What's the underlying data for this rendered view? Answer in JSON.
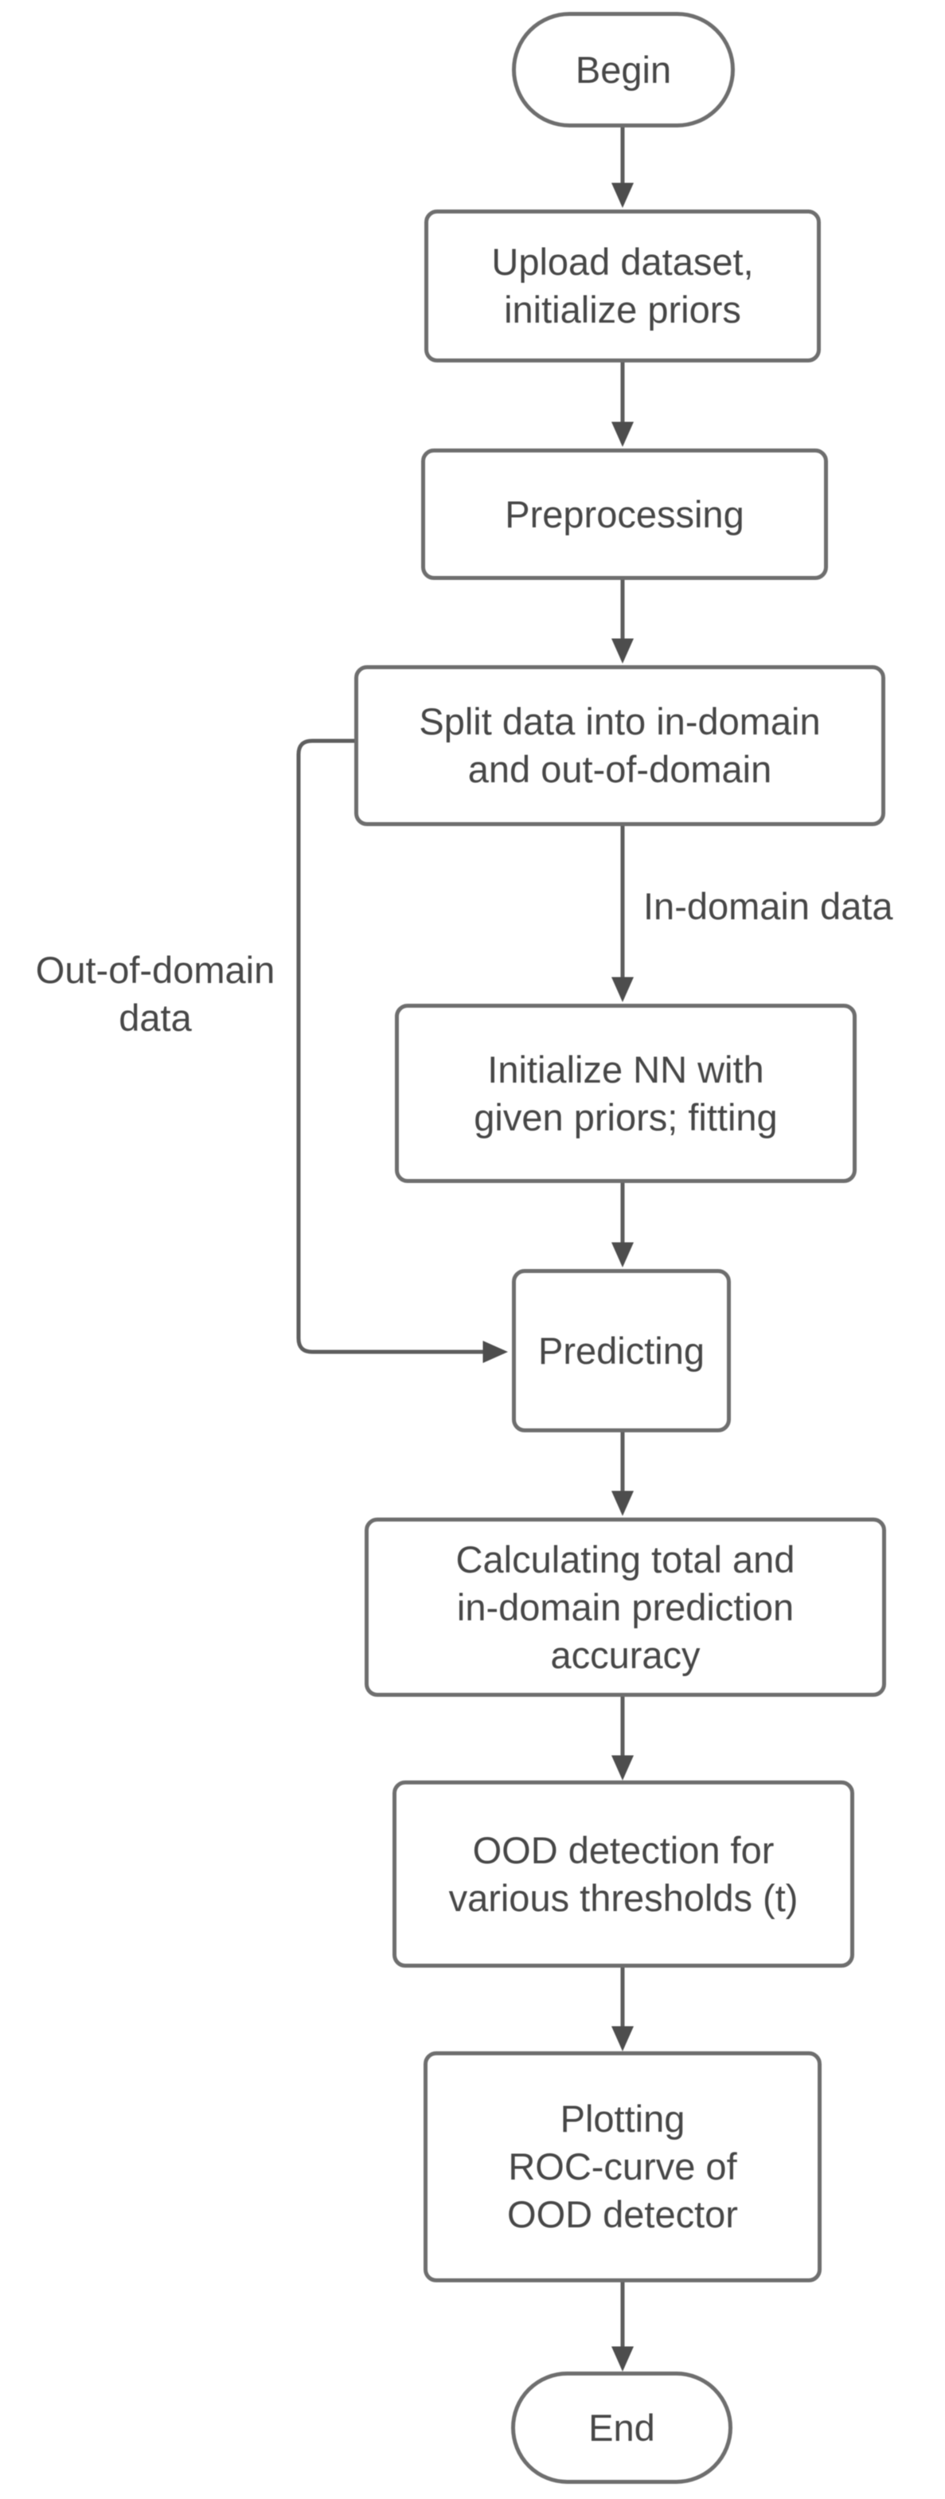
{
  "diagram": {
    "type": "flowchart",
    "background": "#ffffff",
    "colors": {
      "node_border": "#6e6e6e",
      "node_fill": "#ffffff",
      "text": "#474747",
      "connector": "#5e5e5e",
      "arrowhead": "#4d4d4d"
    },
    "nodes": [
      {
        "id": "begin",
        "shape": "terminator",
        "label": "Begin"
      },
      {
        "id": "upload-dataset",
        "shape": "process",
        "label": "Upload dataset,\ninitialize priors"
      },
      {
        "id": "preprocessing",
        "shape": "process",
        "label": "Preprocessing"
      },
      {
        "id": "split-data",
        "shape": "process",
        "label": "Split data into in-domain\nand out-of-domain"
      },
      {
        "id": "initialize-nn",
        "shape": "process",
        "label": "Initialize NN with\ngiven priors; fitting"
      },
      {
        "id": "predicting",
        "shape": "process",
        "label": "Predicting"
      },
      {
        "id": "calculate-accuracy",
        "shape": "process",
        "label": "Calculating total and\nin-domain prediction\naccuracy"
      },
      {
        "id": "ood-detection",
        "shape": "process",
        "label": "OOD detection for\nvarious thresholds (t)"
      },
      {
        "id": "plot-roc",
        "shape": "process",
        "label": "Plotting\nROC-curve of\nOOD detector"
      },
      {
        "id": "end",
        "shape": "terminator",
        "label": "End"
      }
    ],
    "edges": [
      {
        "from": "begin",
        "to": "upload-dataset"
      },
      {
        "from": "upload-dataset",
        "to": "preprocessing"
      },
      {
        "from": "preprocessing",
        "to": "split-data"
      },
      {
        "from": "split-data",
        "to": "initialize-nn",
        "label": "In-domain data"
      },
      {
        "from": "split-data",
        "to": "predicting",
        "label": "Out-of-domain\ndata"
      },
      {
        "from": "initialize-nn",
        "to": "predicting"
      },
      {
        "from": "predicting",
        "to": "calculate-accuracy"
      },
      {
        "from": "calculate-accuracy",
        "to": "ood-detection"
      },
      {
        "from": "ood-detection",
        "to": "plot-roc"
      },
      {
        "from": "plot-roc",
        "to": "end"
      }
    ]
  }
}
